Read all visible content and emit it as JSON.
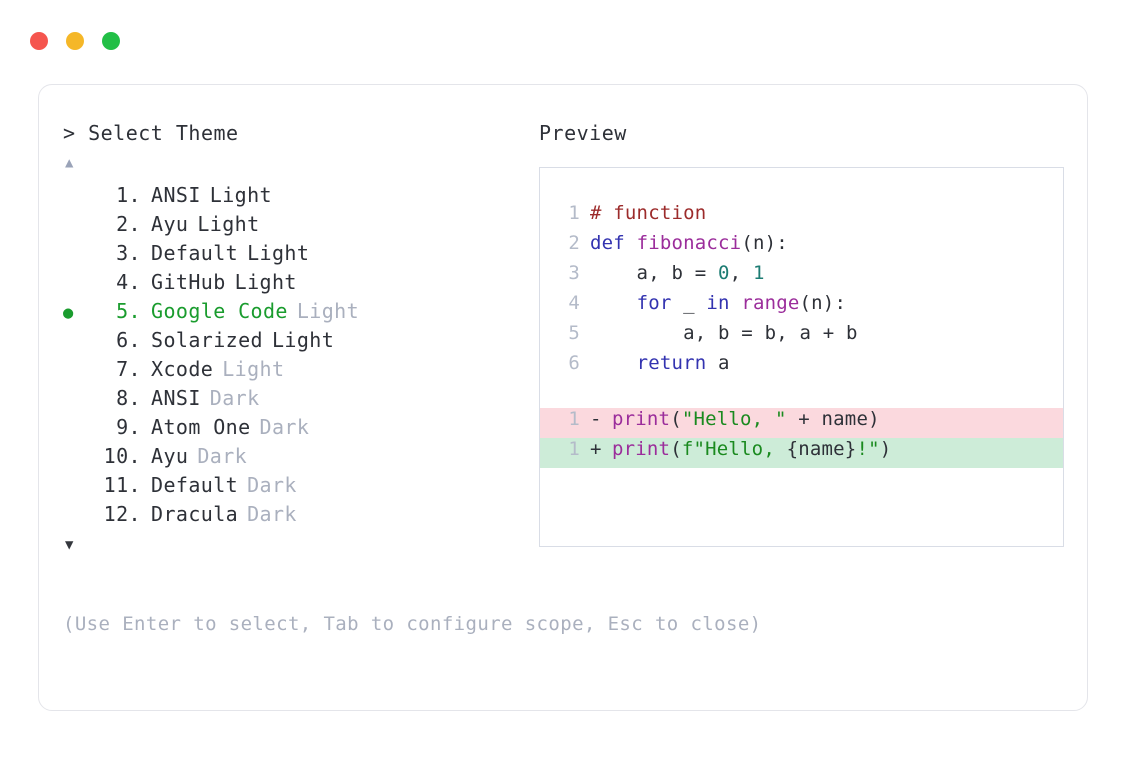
{
  "window": {
    "dots": [
      {
        "name": "close",
        "color": "#f5554e"
      },
      {
        "name": "minimize",
        "color": "#f5b728"
      },
      {
        "name": "maximize",
        "color": "#22bf46"
      }
    ]
  },
  "left": {
    "prompt": "> Select Theme",
    "scroll_up": "▲",
    "scroll_down": "▼",
    "selected_index": 5,
    "bullet": "●",
    "themes": [
      {
        "index": "1.",
        "name": "ANSI",
        "variant": "Light",
        "variant_dim": false,
        "selected": false
      },
      {
        "index": "2.",
        "name": "Ayu",
        "variant": "Light",
        "variant_dim": false,
        "selected": false
      },
      {
        "index": "3.",
        "name": "Default",
        "variant": "Light",
        "variant_dim": false,
        "selected": false
      },
      {
        "index": "4.",
        "name": "GitHub",
        "variant": "Light",
        "variant_dim": false,
        "selected": false
      },
      {
        "index": "5.",
        "name": "Google Code",
        "variant": "Light",
        "variant_dim": true,
        "selected": true
      },
      {
        "index": "6.",
        "name": "Solarized",
        "variant": "Light",
        "variant_dim": false,
        "selected": false
      },
      {
        "index": "7.",
        "name": "Xcode",
        "variant": "Light",
        "variant_dim": true,
        "selected": false
      },
      {
        "index": "8.",
        "name": "ANSI",
        "variant": "Dark",
        "variant_dim": true,
        "selected": false
      },
      {
        "index": "9.",
        "name": "Atom One",
        "variant": "Dark",
        "variant_dim": true,
        "selected": false
      },
      {
        "index": "10.",
        "name": "Ayu",
        "variant": "Dark",
        "variant_dim": true,
        "selected": false
      },
      {
        "index": "11.",
        "name": "Default",
        "variant": "Dark",
        "variant_dim": true,
        "selected": false
      },
      {
        "index": "12.",
        "name": "Dracula",
        "variant": "Dark",
        "variant_dim": true,
        "selected": false
      }
    ],
    "hint": "(Use Enter to select, Tab to configure scope, Esc to close)"
  },
  "right": {
    "label": "Preview",
    "code_lines": [
      {
        "num": "1",
        "tokens": [
          {
            "t": "# function",
            "c": "tok-com"
          }
        ]
      },
      {
        "num": "2",
        "tokens": [
          {
            "t": "def ",
            "c": "tok-kw"
          },
          {
            "t": "fibonacci",
            "c": "tok-fn"
          },
          {
            "t": "(n):",
            "c": "tok-pl"
          }
        ]
      },
      {
        "num": "3",
        "tokens": [
          {
            "t": "    a, b = ",
            "c": "tok-pl"
          },
          {
            "t": "0",
            "c": "tok-num"
          },
          {
            "t": ", ",
            "c": "tok-pl"
          },
          {
            "t": "1",
            "c": "tok-num"
          }
        ]
      },
      {
        "num": "4",
        "tokens": [
          {
            "t": "    ",
            "c": "tok-pl"
          },
          {
            "t": "for",
            "c": "tok-kw"
          },
          {
            "t": " _ ",
            "c": "tok-pl"
          },
          {
            "t": "in",
            "c": "tok-kw"
          },
          {
            "t": " ",
            "c": "tok-pl"
          },
          {
            "t": "range",
            "c": "tok-fn"
          },
          {
            "t": "(n):",
            "c": "tok-pl"
          }
        ]
      },
      {
        "num": "5",
        "tokens": [
          {
            "t": "        a, b = b, a + b",
            "c": "tok-pl"
          }
        ]
      },
      {
        "num": "6",
        "tokens": [
          {
            "t": "    ",
            "c": "tok-pl"
          },
          {
            "t": "return",
            "c": "tok-kw"
          },
          {
            "t": " a",
            "c": "tok-pl"
          }
        ]
      }
    ],
    "diff_lines": [
      {
        "num": "1",
        "kind": "del",
        "sign": "-",
        "tokens": [
          {
            "t": "print",
            "c": "tok-fn"
          },
          {
            "t": "(",
            "c": "tok-pl"
          },
          {
            "t": "\"Hello, \"",
            "c": "tok-str"
          },
          {
            "t": " + name)",
            "c": "tok-pl"
          }
        ]
      },
      {
        "num": "1",
        "kind": "add",
        "sign": "+",
        "tokens": [
          {
            "t": "print",
            "c": "tok-fn"
          },
          {
            "t": "(",
            "c": "tok-pl"
          },
          {
            "t": "f\"Hello, ",
            "c": "tok-str"
          },
          {
            "t": "{name}",
            "c": "tok-pl"
          },
          {
            "t": "!\"",
            "c": "tok-str"
          },
          {
            "t": ")",
            "c": "tok-pl"
          }
        ]
      }
    ]
  }
}
